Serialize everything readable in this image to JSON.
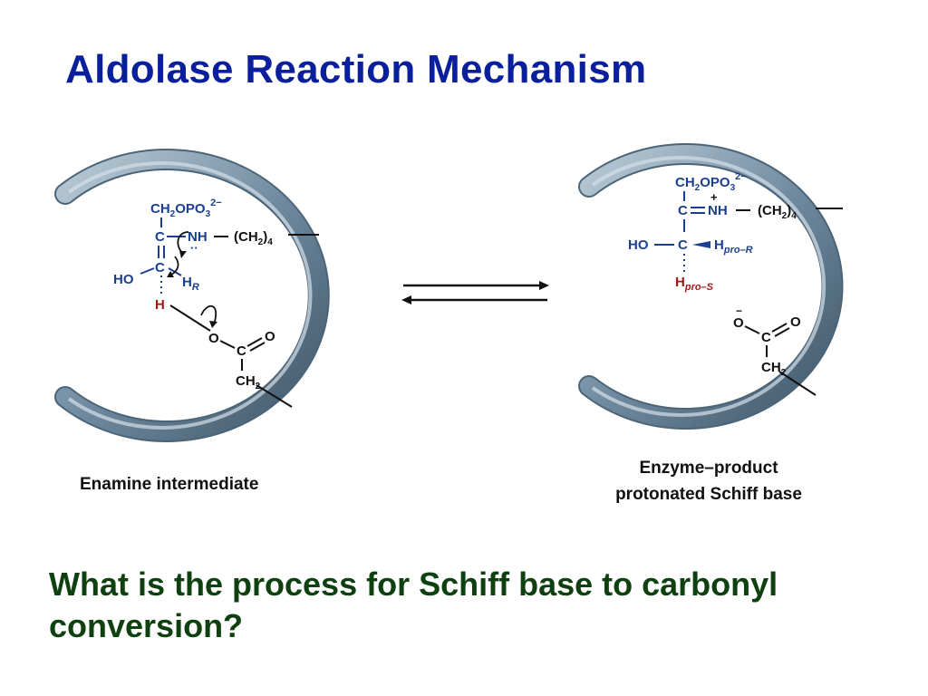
{
  "slide": {
    "title": "Aldolase Reaction Mechanism",
    "question": "What is the process for Schiff base to carbonyl conversion?"
  },
  "left_panel": {
    "caption": "Enamine intermediate",
    "labels": {
      "ch2": "CH",
      "opo": "OPO",
      "charge": "2−",
      "c_top": "C",
      "nh": "NH",
      "lone_pair": "··",
      "ch2_4": "(CH",
      "ch2_4_sub": "4",
      "c_mid": "C",
      "ho": "HO",
      "hr": "H",
      "hr_sub": "R",
      "h": "H",
      "o": "O",
      "c_carboxyl": "C",
      "o2": "O",
      "ch2_bottom": "CH"
    }
  },
  "right_panel": {
    "caption_line1": "Enzyme–product",
    "caption_line2": "protonated Schiff base",
    "labels": {
      "ch2": "CH",
      "opo": "OPO",
      "charge": "2−",
      "plus": "+",
      "c_top": "C",
      "nh": "NH",
      "ch2_4": "(CH",
      "ch2_4_sub": "4",
      "ho": "HO",
      "c_mid": "C",
      "hpror": "H",
      "hpror_sub": "pro–R",
      "hpros": "H",
      "hpros_sub": "pro–S",
      "o_minus": "O",
      "minus": "−",
      "c_carboxyl": "C",
      "o2": "O",
      "ch2_bottom": "CH"
    }
  },
  "colors": {
    "title": "#0a1f9c",
    "question": "#0f4010",
    "chem_blue": "#1b3f8f",
    "chem_red": "#a01818",
    "enzyme_ring": "#7a94a8"
  }
}
